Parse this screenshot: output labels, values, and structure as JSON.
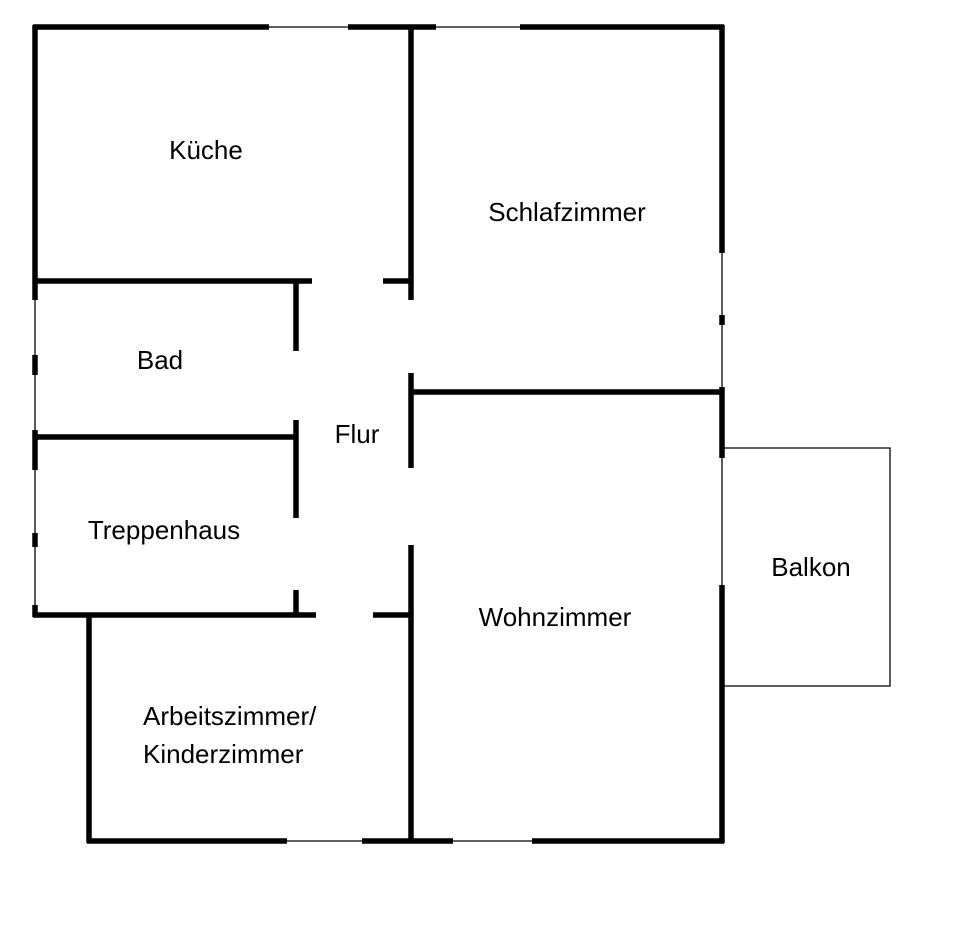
{
  "title": "Grundriss",
  "rooms": {
    "kueche": "Küche",
    "schlafzimmer": "Schlafzimmer",
    "bad": "Bad",
    "flur": "Flur",
    "treppenhaus": "Treppenhaus",
    "balkon": "Balkon",
    "wohnzimmer": "Wohnzimmer",
    "arbeitszimmer_line1": "Arbeitszimmer/",
    "arbeitszimmer_line2": "Kinderzimmer"
  },
  "colors": {
    "wall": "#000000",
    "background": "#ffffff"
  }
}
